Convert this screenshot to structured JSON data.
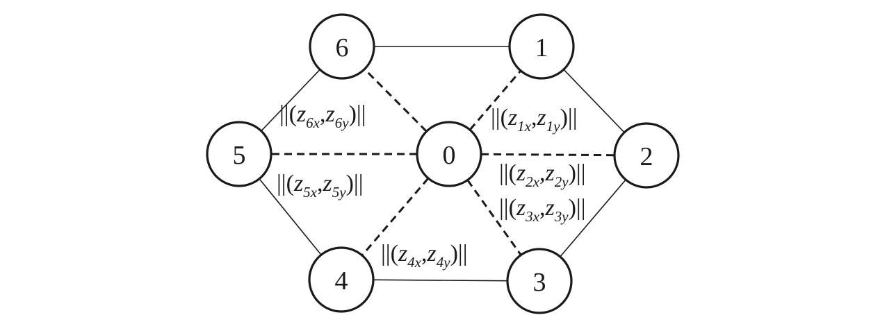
{
  "nodes": [
    {
      "id": "0",
      "label": "0"
    },
    {
      "id": "1",
      "label": "1"
    },
    {
      "id": "2",
      "label": "2"
    },
    {
      "id": "3",
      "label": "3"
    },
    {
      "id": "4",
      "label": "4"
    },
    {
      "id": "5",
      "label": "5"
    },
    {
      "id": "6",
      "label": "6"
    }
  ],
  "edges": {
    "solid": [
      [
        "6",
        "1"
      ],
      [
        "1",
        "2"
      ],
      [
        "2",
        "3"
      ],
      [
        "3",
        "4"
      ],
      [
        "4",
        "5"
      ],
      [
        "5",
        "6"
      ]
    ],
    "dashed": [
      [
        "0",
        "1"
      ],
      [
        "0",
        "2"
      ],
      [
        "0",
        "3"
      ],
      [
        "0",
        "4"
      ],
      [
        "0",
        "5"
      ],
      [
        "0",
        "6"
      ]
    ]
  },
  "edge_labels": {
    "e1": {
      "open": "||(",
      "var": "z",
      "sub_a": "1x",
      "sep": ",",
      "sub_b": "1y",
      "close": ")||"
    },
    "e2": {
      "open": "||(",
      "var": "z",
      "sub_a": "2x",
      "sep": ",",
      "sub_b": "2y",
      "close": ")||"
    },
    "e3": {
      "open": "||(",
      "var": "z",
      "sub_a": "3x",
      "sep": ",",
      "sub_b": "3y",
      "close": ")||"
    },
    "e4": {
      "open": "||(",
      "var": "z",
      "sub_a": "4x",
      "sep": ",",
      "sub_b": "4y",
      "close": ")||"
    },
    "e5": {
      "open": "||(",
      "var": "z",
      "sub_a": "5x",
      "sep": ",",
      "sub_b": "5y",
      "close": ")||"
    },
    "e6": {
      "open": "||(",
      "var": "z",
      "sub_a": "6x",
      "sep": ",",
      "sub_b": "6y",
      "close": ")||"
    }
  }
}
